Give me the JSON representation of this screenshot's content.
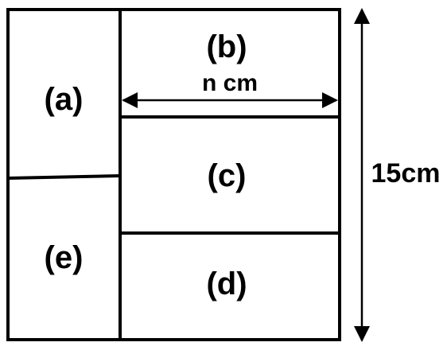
{
  "regions": {
    "a": "(a)",
    "b": "(b)",
    "c": "(c)",
    "d": "(d)",
    "e": "(e)"
  },
  "width_label": "n cm",
  "height_label": "15cm",
  "colors": {
    "line": "#000000",
    "background": "#ffffff"
  }
}
